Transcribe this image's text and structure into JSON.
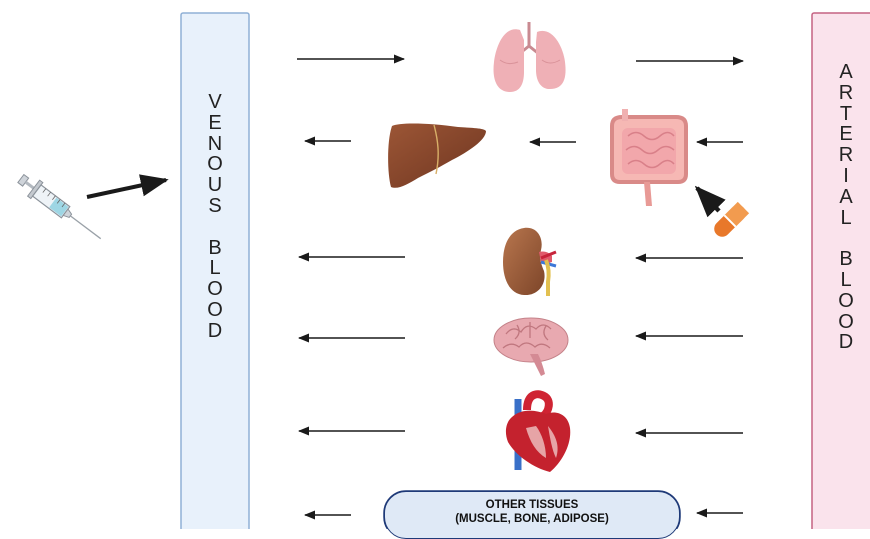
{
  "venous_label": "VENOUS BLOOD",
  "arterial_label": "ARTERIAL BLOOD",
  "other_tissues": {
    "line1": "OTHER TISSUES",
    "line2": "(MUSCLE, BONE, ADIPOSE)"
  },
  "icons": [
    "syringe-icon",
    "lungs-icon",
    "liver-icon",
    "intestines-icon",
    "pill-icon",
    "kidney-icon",
    "brain-icon",
    "heart-icon"
  ],
  "colors": {
    "venous_fill": "#e8f1fb",
    "venous_border": "#8fb0d6",
    "arterial_fill": "#fae3ec",
    "arterial_border": "#c46282",
    "arrow": "#1a1a1a",
    "pill": "#e8782a"
  }
}
